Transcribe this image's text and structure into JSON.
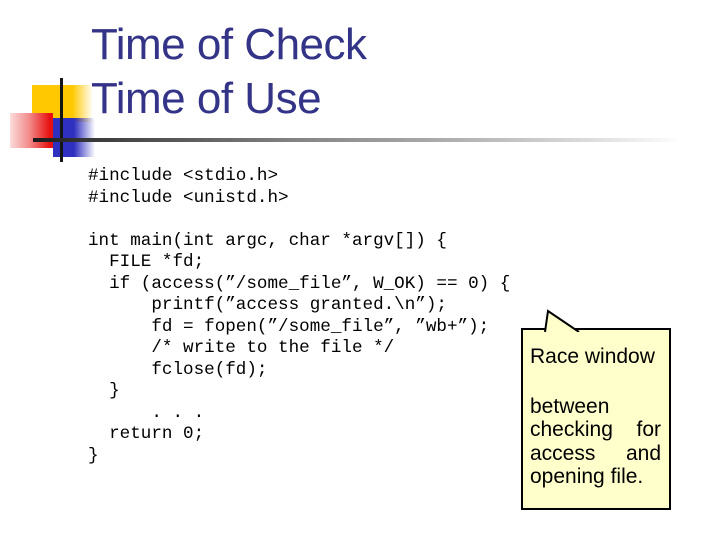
{
  "slide": {
    "title": {
      "line1": "Time of Check",
      "line2": "Time of Use"
    },
    "code": {
      "text": "#include <stdio.h>\n#include <unistd.h>\n\nint main(int argc, char *argv[]) {\n  FILE *fd;\n  if (access(”/some_file”, W_OK) == 0) {\n      printf(”access granted.\\n”);\n      fd = fopen(”/some_file”, ”wb+”);\n      /* write to the file */\n      fclose(fd);\n  }\n      . . .\n  return 0;\n}"
    },
    "callout": {
      "heading": "Race window",
      "body": [
        "between",
        "checking for",
        "access and",
        "opening file."
      ]
    },
    "colors": {
      "title_text": "#333387",
      "code_text": "#000000",
      "callout_bg": "#FFFFCC",
      "callout_border": "#000000",
      "deco_yellow": "#FFC800",
      "deco_red": "#E81111",
      "deco_blue": "#3030C0",
      "rule_dark": "#1A1A1A"
    }
  }
}
